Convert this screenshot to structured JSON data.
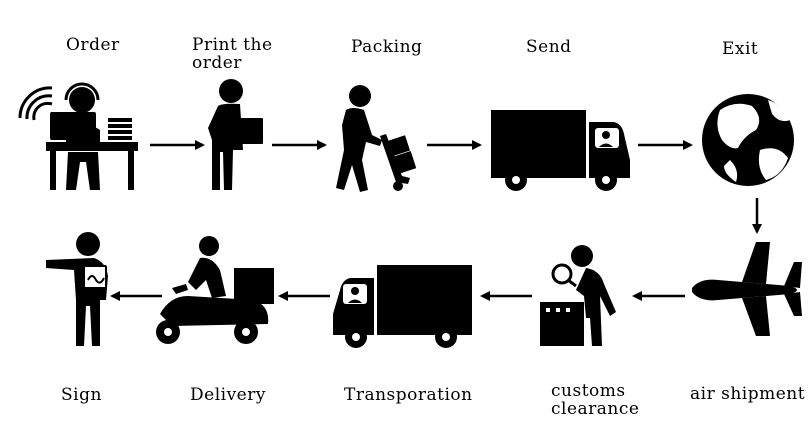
{
  "colors": {
    "ink": "#000000",
    "paper": "#ffffff"
  },
  "steps": [
    {
      "label": "Order",
      "icon": "call-center-operator-icon"
    },
    {
      "label": "Print the\norder",
      "icon": "person-carrying-box-icon"
    },
    {
      "label": "Packing",
      "icon": "person-pushing-hand-truck-icon"
    },
    {
      "label": "Send",
      "icon": "delivery-truck-icon"
    },
    {
      "label": "Exit",
      "icon": "globe-icon"
    },
    {
      "label": "air shipment",
      "icon": "airplane-icon"
    },
    {
      "label": "customs\nclearance",
      "icon": "customs-inspector-icon"
    },
    {
      "label": "Transporation",
      "icon": "delivery-truck-icon"
    },
    {
      "label": "Delivery",
      "icon": "scooter-courier-icon"
    },
    {
      "label": "Sign",
      "icon": "person-signing-icon"
    }
  ]
}
